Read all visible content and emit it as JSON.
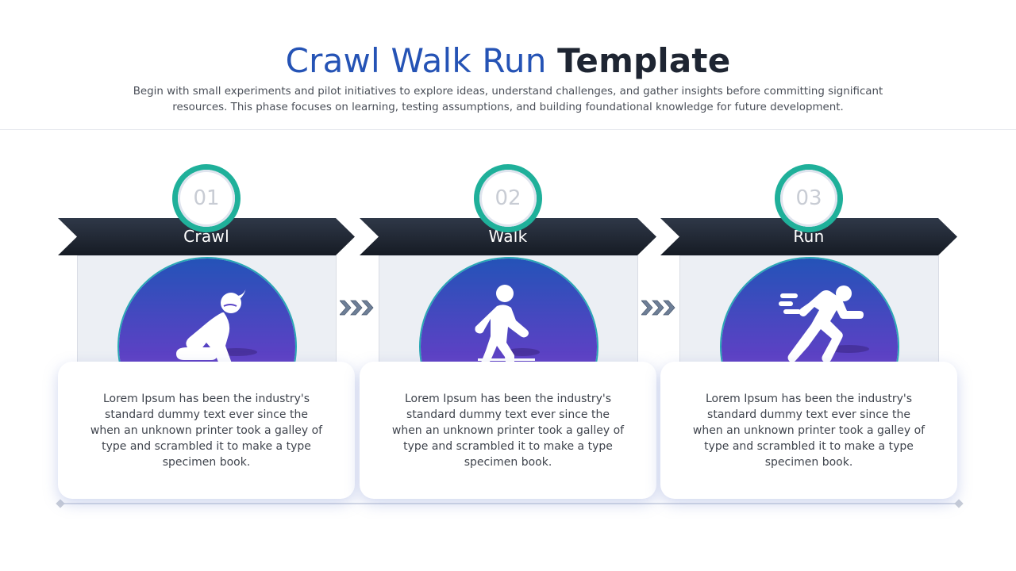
{
  "header": {
    "title_highlight": "Crawl Walk Run",
    "title_rest": "Template",
    "subtitle_line1": "Begin with small experiments and pilot initiatives to explore ideas, understand challenges, and gather insights before committing significant",
    "subtitle_line2": "resources. This phase focuses on learning, testing assumptions, and building foundational knowledge for future development."
  },
  "colors": {
    "title_blue": "#2553b5",
    "title_dark": "#1e2532",
    "badge_ring": "#1fb09a",
    "banner_dark": "#1e2532",
    "circle_top": "#2453b8",
    "circle_bottom": "#8a30cf",
    "chevron": "#6e7f97"
  },
  "steps": [
    {
      "number": "01",
      "label": "Crawl",
      "icon": "crawling-baby-icon",
      "description": "Lorem Ipsum has been the industry's standard dummy text ever since the when an unknown printer took a galley of type and scrambled it to make a type specimen book."
    },
    {
      "number": "02",
      "label": "Walk",
      "icon": "walking-person-icon",
      "description": "Lorem Ipsum has been the industry's standard dummy text ever since the when an unknown printer took a galley of type and scrambled it to make a type specimen book."
    },
    {
      "number": "03",
      "label": "Run",
      "icon": "running-person-icon",
      "description": "Lorem Ipsum has been the industry's standard dummy text ever since the when an unknown printer took a galley of type and scrambled it to make a type specimen book."
    }
  ],
  "connectors": [
    {
      "icon": "triple-chevron-right-icon"
    },
    {
      "icon": "triple-chevron-right-icon"
    }
  ]
}
